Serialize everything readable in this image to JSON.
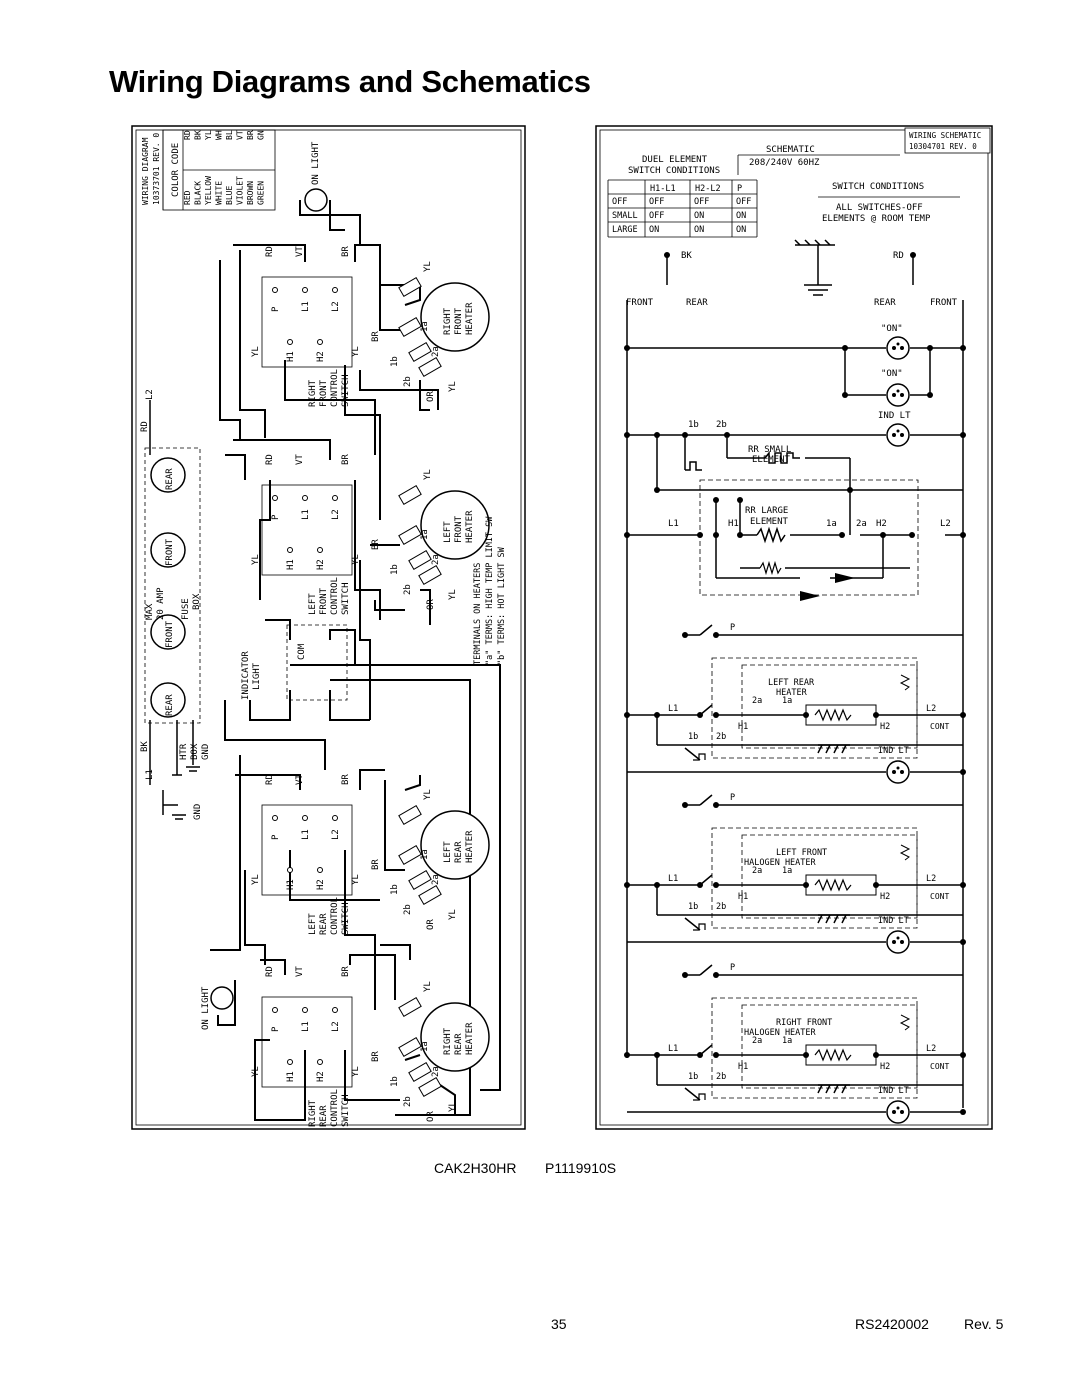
{
  "page": {
    "title": "Wiring Diagrams and Schematics",
    "model": "CAK2H30HR",
    "part": "P1119910S",
    "page_number": "35",
    "doc_id": "RS2420002",
    "rev": "Rev. 5"
  },
  "wiring": {
    "header": [
      "WIRING DIAGRAM",
      "10373701 REV. 0"
    ],
    "color_code_title": "COLOR CODE",
    "color_codes": [
      {
        "name": "RED",
        "code": "RD"
      },
      {
        "name": "BLACK",
        "code": "BK"
      },
      {
        "name": "YELLOW",
        "code": "YL"
      },
      {
        "name": "WHITE",
        "code": "WH"
      },
      {
        "name": "BLUE",
        "code": "BL"
      },
      {
        "name": "VIOLET",
        "code": "VT"
      },
      {
        "name": "BROWN",
        "code": "BR"
      },
      {
        "name": "GREEN",
        "code": "GN"
      }
    ],
    "on_light": "ON LIGHT",
    "fuse_box": [
      "MAX",
      "20 AMP",
      "FUSE",
      "BOX"
    ],
    "fuse_labels": [
      "REAR",
      "FRONT",
      "FRONT",
      "REAR"
    ],
    "htr_box_gnd": [
      "HTR",
      "BOX",
      "GND"
    ],
    "gnd": "GND",
    "l1": "L1",
    "l2": "L2",
    "indicator_light": [
      "INDICATOR",
      "LIGHT"
    ],
    "com": "COM",
    "terminals_note": [
      "TERMINALS ON HEATERS",
      "\"a\" TERMS: HIGH TEMP LIMIT SW",
      "\"b\" TERMS: HOT LIGHT SW"
    ],
    "switches": [
      {
        "name": [
          "RIGHT",
          "FRONT",
          "CONTROL",
          "SWITCH"
        ],
        "heater": [
          "RIGHT",
          "FRONT",
          "HEATER"
        ]
      },
      {
        "name": [
          "LEFT",
          "FRONT",
          "CONTROL",
          "SWITCH"
        ],
        "heater": [
          "LEFT",
          "FRONT",
          "HEATER"
        ]
      },
      {
        "name": [
          "LEFT",
          "REAR",
          "CONTROL",
          "SWITCH"
        ],
        "heater": [
          "LEFT",
          "REAR",
          "HEATER"
        ]
      },
      {
        "name": [
          "RIGHT",
          "REAR",
          "CONTROL",
          "SWITCH"
        ],
        "heater": [
          "RIGHT",
          "REAR",
          "HEATER"
        ]
      }
    ],
    "terminals": {
      "p": "P",
      "l1": "L1",
      "l2": "L2",
      "h1": "H1",
      "h2": "H2",
      "t1a": "1a",
      "t1b": "1b",
      "t2a": "2a",
      "t2b": "2b"
    },
    "wire_codes": {
      "rd": "RD",
      "vt": "VT",
      "br": "BR",
      "yl": "YL",
      "bl": "BL",
      "or": "OR",
      "bk": "BK"
    }
  },
  "schematic": {
    "header": [
      "WIRING SCHEMATIC",
      "10304701  REV. 0"
    ],
    "title": "SCHEMATIC",
    "voltage": "208/240V 60HZ",
    "duel_element": [
      "DUEL ELEMENT",
      "SWITCH CONDITIONS"
    ],
    "table": {
      "columns": [
        "",
        "H1-L1",
        "H2-L2",
        "P"
      ],
      "rows": [
        [
          "OFF",
          "OFF",
          "OFF",
          "OFF"
        ],
        [
          "SMALL",
          "OFF",
          "ON",
          "ON"
        ],
        [
          "LARGE",
          "ON",
          "ON",
          "ON"
        ]
      ]
    },
    "switch_conditions": [
      "SWITCH CONDITIONS",
      "ALL SWITCHES-OFF",
      "ELEMENTS @ ROOM TEMP"
    ],
    "bk": "BK",
    "rd": "RD",
    "front": "FRONT",
    "rear": "REAR",
    "on": "\"ON\"",
    "ind_lt": "IND LT",
    "cont": "CONT",
    "rr_small": [
      "RR SMALL",
      "ELEMENT"
    ],
    "rr_large": [
      "RR LARGE",
      "ELEMENT"
    ],
    "left_rear": [
      "LEFT REAR",
      "HEATER"
    ],
    "left_front": [
      "LEFT FRONT",
      "HALOGEN HEATER"
    ],
    "right_front": [
      "RIGHT FRONT",
      "HALOGEN HEATER"
    ],
    "labels": {
      "l1": "L1",
      "l2": "L2",
      "h1": "H1",
      "h2": "H2",
      "p": "P",
      "t1a": "1a",
      "t1b": "1b",
      "t2a": "2a",
      "t2b": "2b"
    }
  }
}
